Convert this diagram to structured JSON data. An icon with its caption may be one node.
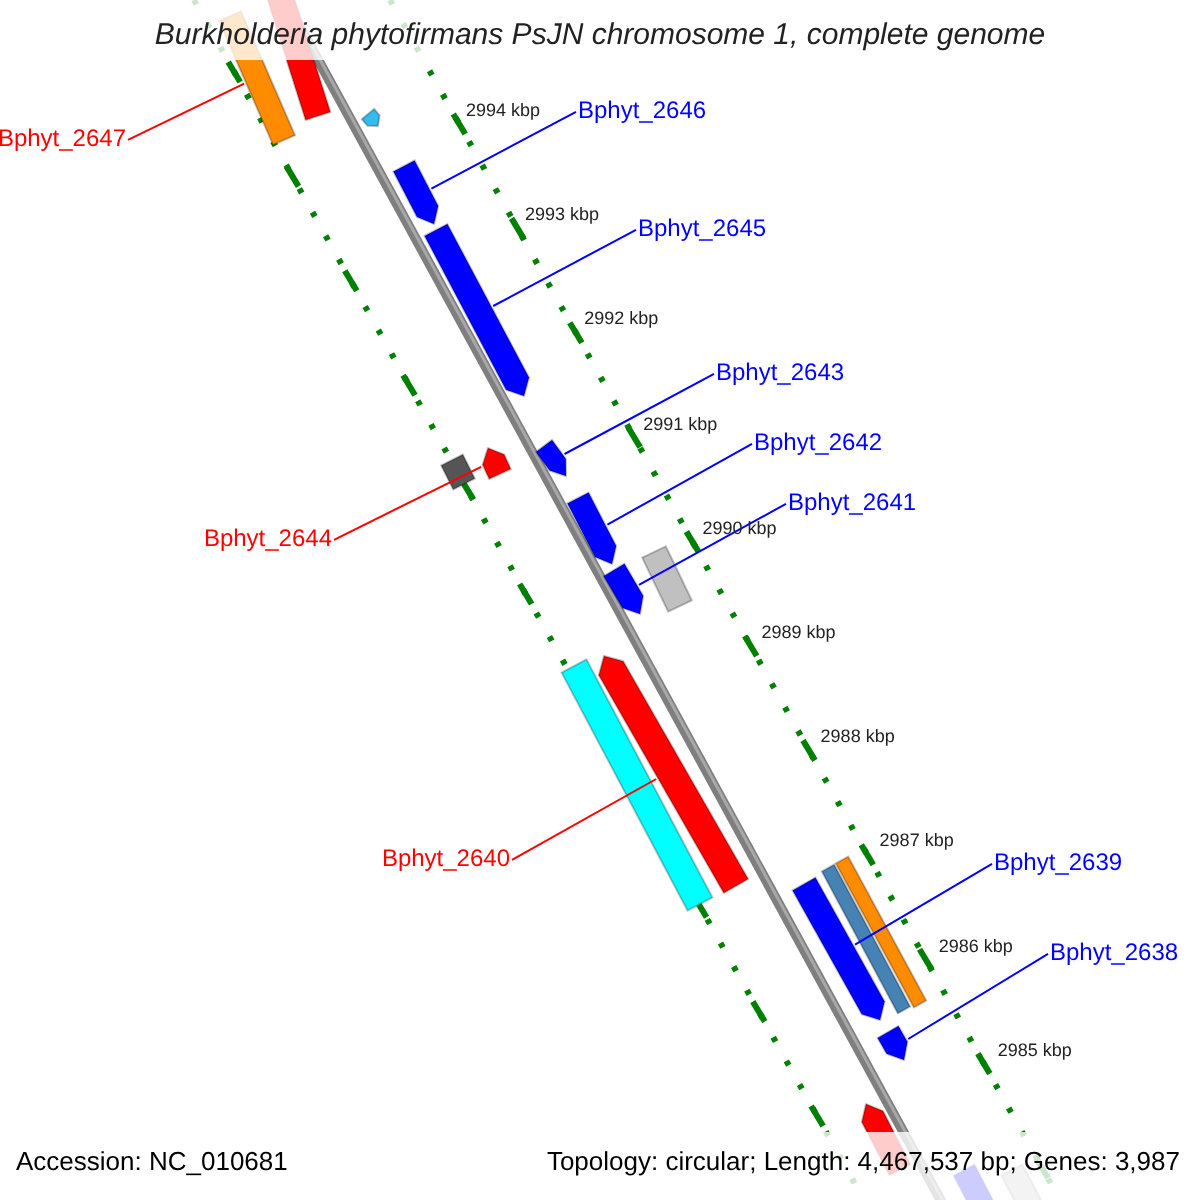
{
  "diagram": {
    "title": "Burkholderia phytofirmans PsJN chromosome 1, complete genome",
    "nodes": [
      {
        "text": [
          "Bphyt_2647"
        ]
      },
      {
        "text": [],
        "shape": "bar"
      },
      {
        "text": [
          "Bphyt_2646"
        ]
      },
      {
        "text": [],
        "shape": "bar"
      },
      {
        "text": [
          "Bphyt_2645"
        ]
      },
      {
        "text": [],
        "shape": "bar"
      },
      {
        "text": [
          "Bphyt_2643"
        ]
      },
      {
        "text": [],
        "shape": "bar"
      },
      {
        "text": [
          "Bphyt_2642"
        ]
      },
      {
        "text": [],
        "shape": "bar"
      },
      {
        "text": [
          "Bphyt_2641"
        ]
      },
      {
        "text": [],
        "shape": "bar"
      },
      {
        "text": [
          "Bphyt_2644"
        ]
      },
      {
        "text": [],
        "shape": "bar"
      },
      {
        "text": [
          "Bphyt_2640"
        ]
      },
      {
        "text": [],
        "shape": "bar"
      },
      {
        "text": [
          "Bphyt_2639"
        ]
      },
      {
        "text": [],
        "shape": "bar"
      },
      {
        "text": [
          "Bphyt_2638"
        ]
      },
      {
        "text": [],
        "shape": "bar"
      },
      {
        "text": [],
        "shape": "bar"
      },
      {
        "text": [],
        "shape": "bar"
      },
      {
        "text": [],
        "shape": "bar"
      },
      {
        "text": [],
        "shape": "bar"
      },
      {
        "text": [],
        "shape": "bar"
      },
      {
        "text": [],
        "shape": "bar"
      },
      {
        "text": [],
        "shape": "bar"
      },
      {
        "text": [],
        "shape": "bar"
      },
      {
        "text": [],
        "shape": "bar"
      },
      {
        "text": [],
        "shape": "bar"
      }
    ],
    "edges": [
      {
        "from": 0,
        "to": 1,
        "arrow": "none",
        "color": "#ff0000"
      },
      {
        "from": 2,
        "to": 3,
        "arrow": "none"
      },
      {
        "from": 4,
        "to": 5,
        "arrow": "none"
      },
      {
        "from": 6,
        "to": 7,
        "arrow": "none"
      },
      {
        "from": 8,
        "to": 9,
        "arrow": "none"
      },
      {
        "from": 10,
        "to": 11,
        "arrow": "none"
      },
      {
        "from": 12,
        "to": 13,
        "arrow": "none",
        "color": "#ff0000"
      },
      {
        "from": 14,
        "to": 15,
        "arrow": "none",
        "color": "#ff0000"
      },
      {
        "from": 16,
        "to": 17,
        "arrow": "none"
      },
      {
        "from": 18,
        "to": 19,
        "arrow": "none"
      }
    ],
    "labels": [
      "2994 kbp",
      "2993 kbp",
      "2992 kbp",
      "2991 kbp",
      "2990 kbp",
      "2989 kbp",
      "2988 kbp",
      "2987 kbp",
      "2986 kbp",
      "2985 kbp",
      "Accession: NC_010681",
      "Topology: circular; Length: 4,467,537 bp; Genes: 3,987"
    ]
  }
}
